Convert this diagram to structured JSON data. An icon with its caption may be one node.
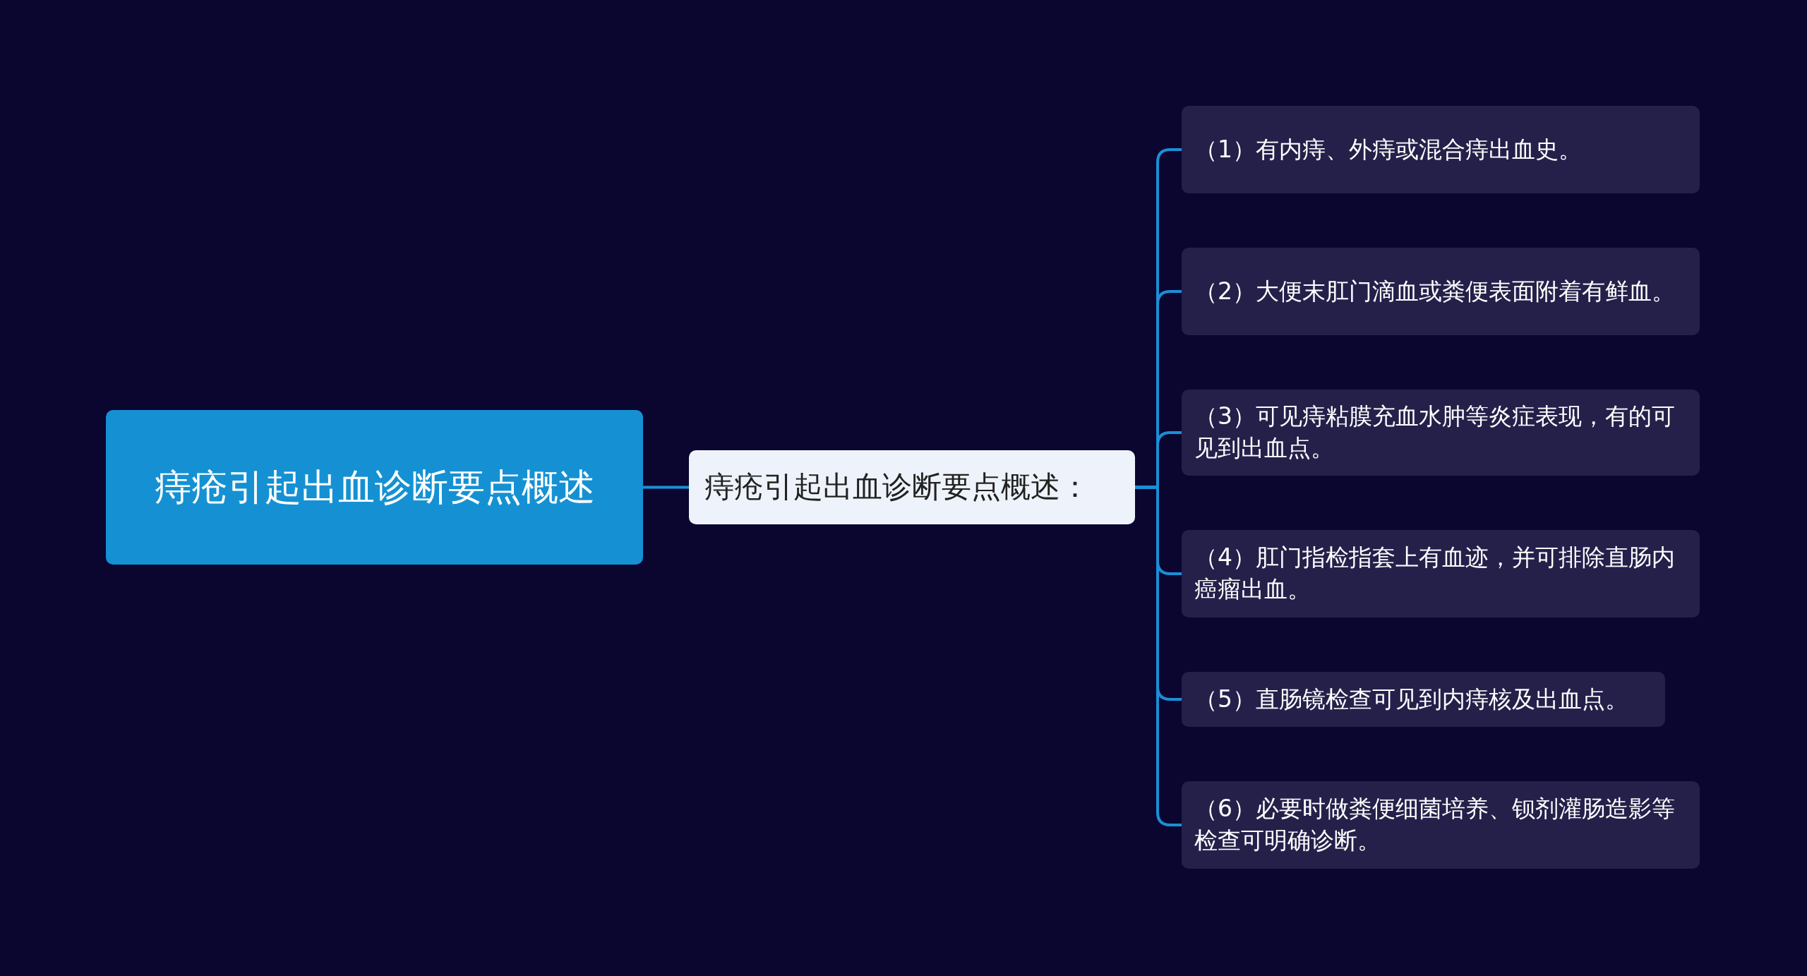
{
  "diagram": {
    "nodes": [
      {
        "text": [
          "痔疮引起出血诊断要点概述"
        ]
      },
      {
        "text": [
          "痔疮引起出血诊断要点概述："
        ]
      },
      {
        "text": [
          "（1）有内痔、外痔或混合痔出血史。"
        ]
      },
      {
        "text": [
          "（2）大便末肛门滴血或粪便表面附着有鲜血。"
        ]
      },
      {
        "text": [
          "（3）可见痔粘膜充血水肿等炎症表现，有的可见到出血点。"
        ]
      },
      {
        "text": [
          "（4）肛门指检指套上有血迹，并可排除直肠内癌瘤出血。"
        ]
      },
      {
        "text": [
          "（5）直肠镜检查可见到内痔核及出血点。"
        ]
      },
      {
        "text": [
          "（6）必要时做粪便细菌培养、钡剂灌肠造影等检查可明确诊断。"
        ]
      }
    ],
    "edges": [
      {
        "from": 0,
        "to": 1,
        "arrow": "none"
      },
      {
        "from": 1,
        "to": 2,
        "arrow": "none"
      },
      {
        "from": 1,
        "to": 3,
        "arrow": "none"
      },
      {
        "from": 1,
        "to": 4,
        "arrow": "none"
      },
      {
        "from": 1,
        "to": 5,
        "arrow": "none"
      },
      {
        "from": 1,
        "to": 6,
        "arrow": "none"
      },
      {
        "from": 1,
        "to": 7,
        "arrow": "none"
      }
    ]
  }
}
